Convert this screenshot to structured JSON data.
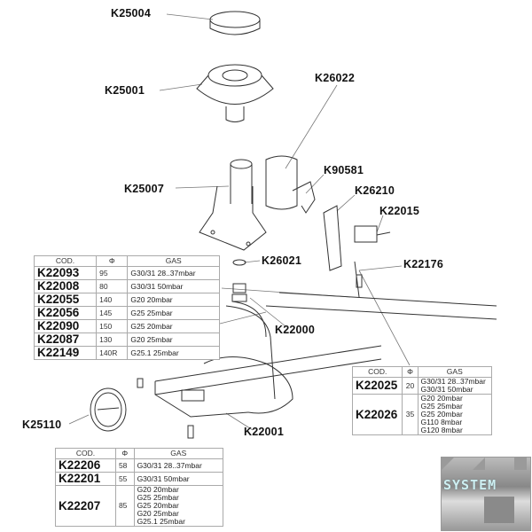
{
  "labels": {
    "k25004": "K25004",
    "k25001": "K25001",
    "k26022": "K26022",
    "k90581": "K90581",
    "k26210": "K26210",
    "k22015": "K22015",
    "k25007": "K25007",
    "k26021": "K26021",
    "k22176": "K22176",
    "k22000": "K22000",
    "k25110": "K25110",
    "k22001": "K22001"
  },
  "table_main_injectors": {
    "headers": [
      "COD.",
      "Φ",
      "GAS"
    ],
    "rows": [
      {
        "cod": "K22093",
        "phi": "95",
        "gas": [
          "G30/31 28..37mbar"
        ]
      },
      {
        "cod": "K22008",
        "phi": "80",
        "gas": [
          "G30/31 50mbar"
        ]
      },
      {
        "cod": "K22055",
        "phi": "140",
        "gas": [
          "G20 20mbar"
        ]
      },
      {
        "cod": "K22056",
        "phi": "145",
        "gas": [
          "G25 25mbar"
        ]
      },
      {
        "cod": "K22090",
        "phi": "150",
        "gas": [
          "G25 20mbar"
        ]
      },
      {
        "cod": "K22087",
        "phi": "130",
        "gas": [
          "G20 25mbar"
        ]
      },
      {
        "cod": "K22149",
        "phi": "140R",
        "gas": [
          "G25.1 25mbar"
        ]
      }
    ]
  },
  "table_pilot_injectors": {
    "headers": [
      "COD.",
      "Φ",
      "GAS"
    ],
    "rows": [
      {
        "cod": "K22025",
        "phi": "20",
        "gas": [
          "G30/31 28..37mbar",
          "G30/31 50mbar"
        ]
      },
      {
        "cod": "K22026",
        "phi": "35",
        "gas": [
          "G20 20mbar",
          "G25 25mbar",
          "G25 20mbar",
          "G110 8mbar",
          "G120 8mbar"
        ]
      }
    ]
  },
  "table_bypass": {
    "headers": [
      "COD.",
      "Φ",
      "GAS"
    ],
    "rows": [
      {
        "cod": "K22206",
        "phi": "58",
        "gas": [
          "G30/31 28..37mbar"
        ]
      },
      {
        "cod": "K22201",
        "phi": "55",
        "gas": [
          "G30/31 50mbar"
        ]
      },
      {
        "cod": "K22207",
        "phi": "85",
        "gas": [
          "G20 20mbar",
          "G25 25mbar",
          "G25 20mbar",
          "G20 25mbar",
          "G25.1 25mbar"
        ]
      }
    ]
  },
  "logo": {
    "text": "SYSTEM"
  }
}
